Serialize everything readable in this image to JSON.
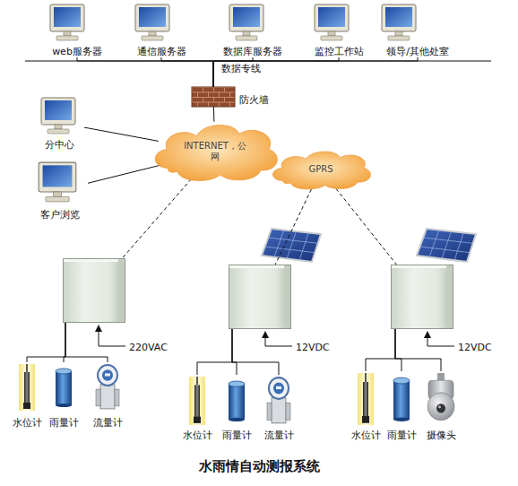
{
  "diagram": {
    "caption": "水雨情自动测报系统",
    "nodes": [
      {
        "text": [
          "web服务器"
        ]
      },
      {
        "text": [
          "通信服务器"
        ]
      },
      {
        "text": [
          "数据库服务器"
        ]
      },
      {
        "text": [
          "监控工作站"
        ]
      },
      {
        "text": [
          "领导/其他处室"
        ]
      },
      {
        "text": [
          "防火墙"
        ]
      },
      {
        "text": [
          "分中心"
        ]
      },
      {
        "text": [
          "INTERNET，公网"
        ]
      },
      {
        "text": [
          "客户浏览"
        ]
      },
      {
        "text": [
          "GPRS"
        ]
      },
      {
        "text": [
          "220VAC"
        ]
      },
      {
        "text": [
          "12VDC"
        ]
      },
      {
        "text": [
          "12VDC"
        ]
      },
      {
        "text": [
          "水位计"
        ]
      },
      {
        "text": [
          "雨量计"
        ]
      },
      {
        "text": [
          "流量计"
        ]
      },
      {
        "text": [
          "水位计"
        ]
      },
      {
        "text": [
          "雨量计"
        ]
      },
      {
        "text": [
          "流量计"
        ]
      },
      {
        "text": [
          "水位计"
        ]
      },
      {
        "text": [
          "雨量计"
        ]
      },
      {
        "text": [
          "摄像头"
        ]
      }
    ],
    "edges": [
      {
        "from": 0,
        "to": 5,
        "arrow": "none"
      },
      {
        "from": 1,
        "to": 5,
        "arrow": "none"
      },
      {
        "from": 2,
        "to": 5,
        "arrow": "none"
      },
      {
        "from": 3,
        "to": 5,
        "arrow": "none"
      },
      {
        "from": 4,
        "to": 5,
        "arrow": "none"
      },
      {
        "from": 6,
        "to": 7,
        "arrow": "none"
      },
      {
        "from": 8,
        "to": 7,
        "arrow": "none"
      },
      {
        "from": 5,
        "to": 7,
        "arrow": "none"
      },
      {
        "from": 7,
        "to": 10,
        "arrow": "none"
      },
      {
        "from": 9,
        "to": 11,
        "arrow": "none"
      },
      {
        "from": 9,
        "to": 12,
        "arrow": "none"
      },
      {
        "from": 13,
        "to": 10,
        "arrow": "none"
      },
      {
        "from": 14,
        "to": 10,
        "arrow": "none"
      },
      {
        "from": 15,
        "to": 10,
        "arrow": "none"
      },
      {
        "from": 16,
        "to": 11,
        "arrow": "none"
      },
      {
        "from": 17,
        "to": 11,
        "arrow": "none"
      },
      {
        "from": 18,
        "to": 11,
        "arrow": "none"
      },
      {
        "from": 19,
        "to": 12,
        "arrow": "none"
      },
      {
        "from": 20,
        "to": 12,
        "arrow": "none"
      },
      {
        "from": 21,
        "to": 12,
        "arrow": "none"
      }
    ],
    "labels": [
      "数据专线"
    ]
  }
}
